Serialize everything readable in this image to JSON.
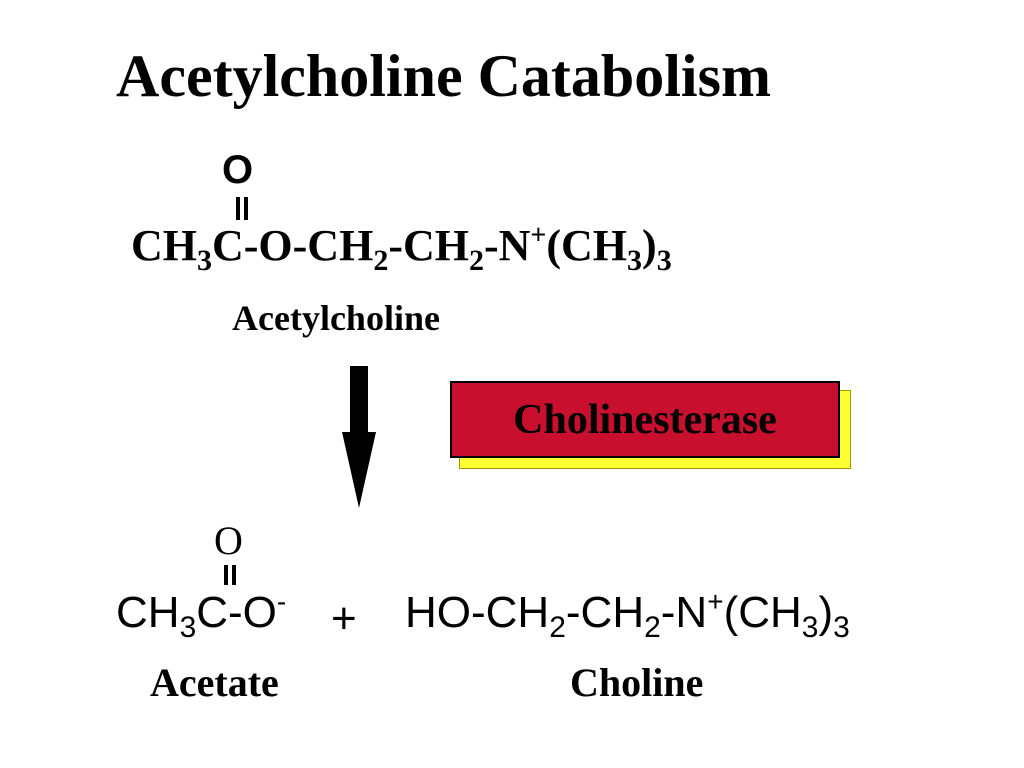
{
  "title": "Acetylcholine Catabolism",
  "substrate": {
    "carbonyl_oxygen": "O",
    "formula_parts": [
      "CH",
      "3",
      "C-O-CH",
      "2",
      "-CH",
      "2",
      "-N",
      "+",
      "(CH",
      "3",
      ")",
      "3"
    ],
    "name": "Acetylcholine"
  },
  "enzyme": {
    "label": "Cholinesterase",
    "colors": {
      "fill": "#c8102e",
      "shadow": "#ffff33",
      "border": "#000000"
    }
  },
  "arrow": {
    "icon": "down-arrow-icon",
    "color": "#000000"
  },
  "products": {
    "acetate": {
      "carbonyl_oxygen": "O",
      "formula_parts": [
        "CH",
        "3",
        "C-O",
        "-"
      ],
      "name": "Acetate"
    },
    "plus": "+",
    "choline": {
      "formula_parts": [
        "HO-CH",
        "2",
        "-CH",
        "2",
        "-N",
        "+",
        "(CH",
        "3",
        ")",
        "3"
      ],
      "name": "Choline"
    }
  }
}
